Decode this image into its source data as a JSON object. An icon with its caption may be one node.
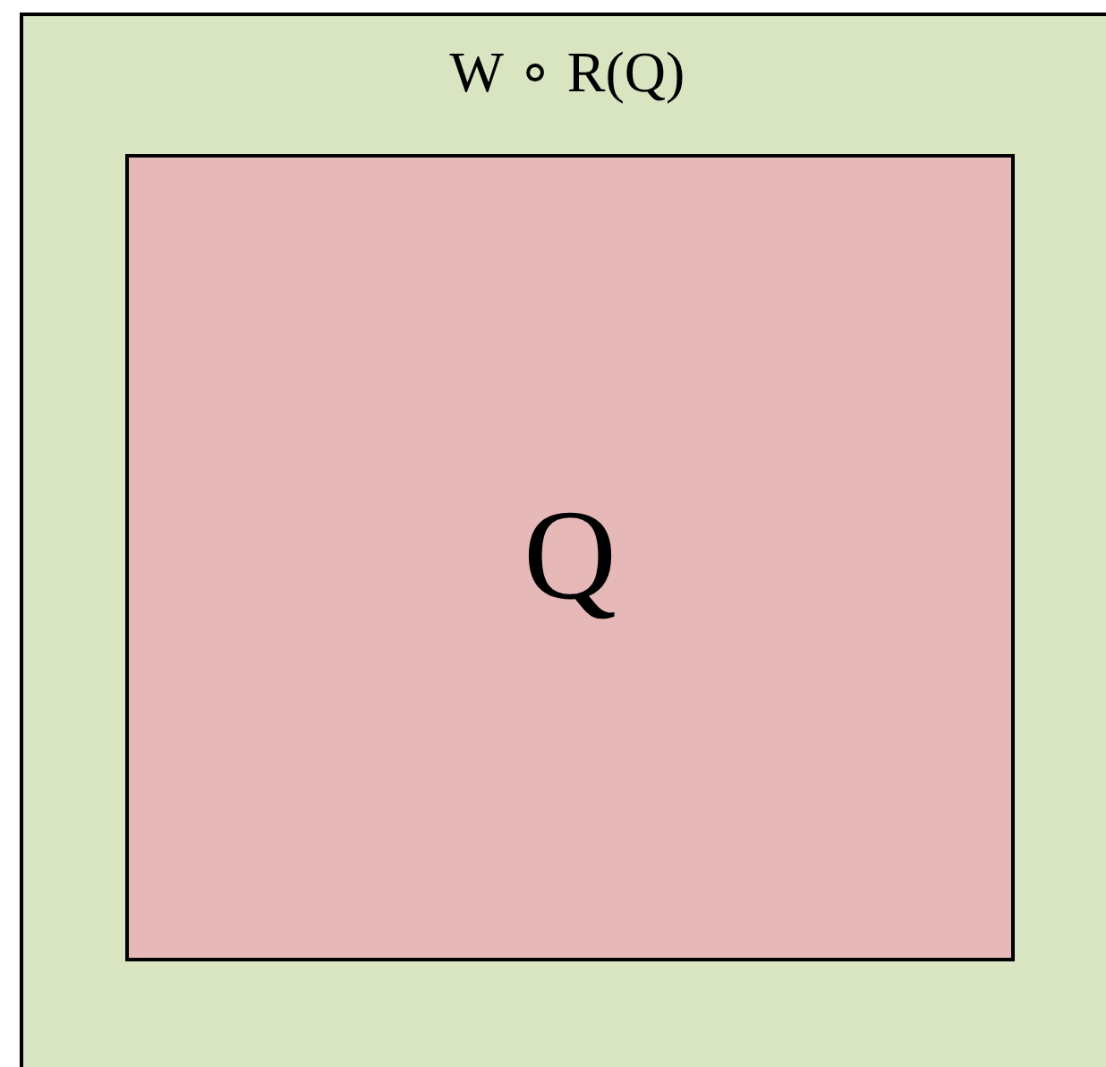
{
  "diagram": {
    "nodes": [
      {
        "text": [
          "W ∘ R(Q)"
        ]
      },
      {
        "text": [
          "Q"
        ],
        "in": 0
      }
    ]
  }
}
